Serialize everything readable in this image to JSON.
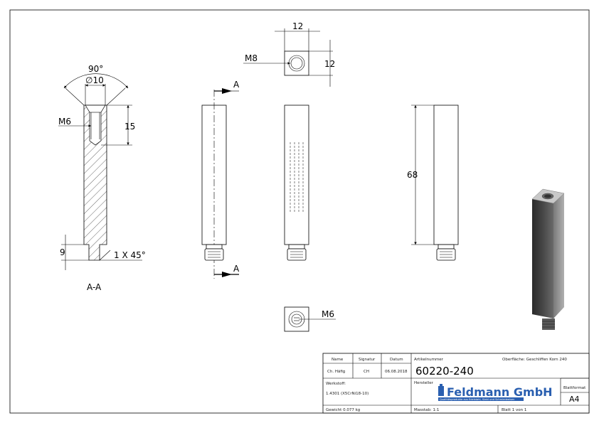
{
  "section_view": {
    "angle_label": "90°",
    "diameter_label": "∅10",
    "thread_label": "M6",
    "depth_label": "15",
    "height_label": "9",
    "chamfer_label": "1 X 45°",
    "caption": "A-A"
  },
  "front_view": {
    "cut_label_top": "A",
    "cut_label_bottom": "A"
  },
  "top_view": {
    "width_label": "12",
    "depth_label": "12",
    "thread_label": "M8"
  },
  "bottom_view": {
    "thread_label": "M6"
  },
  "right_view": {
    "length_label": "68"
  },
  "title_block": {
    "name_header": "Name",
    "signature_header": "Signatur",
    "date_header": "Datum",
    "name_value": "Ch. Häfig",
    "signature_value": "CH",
    "date_value": "06.08.2018",
    "article_label": "Artikelnummer",
    "article_number": "60220-240",
    "surface_label": "Oberfläche: Geschliffen Korn 240",
    "material_label": "Werkstoff:",
    "material_value": "1.4301 (X5CrNi18-10)",
    "manufacturer_label": "Hersteller",
    "logo_text": "Feldmann GmbH",
    "logo_tagline": "Qualitätsprodukte aus Edelstahl, Stahl und Schmiedeeisen",
    "format_label": "Blattformat",
    "format_value": "A4",
    "weight_label": "Gewicht 0.077 kg",
    "scale_label": "Masstab: 1:1",
    "sheet_label": "Blatt 1 von 1"
  },
  "colors": {
    "line": "#000000",
    "logo_blue": "#2a5fb0",
    "part_dark": "#3a3a3a",
    "part_light": "#9a9a9a"
  }
}
